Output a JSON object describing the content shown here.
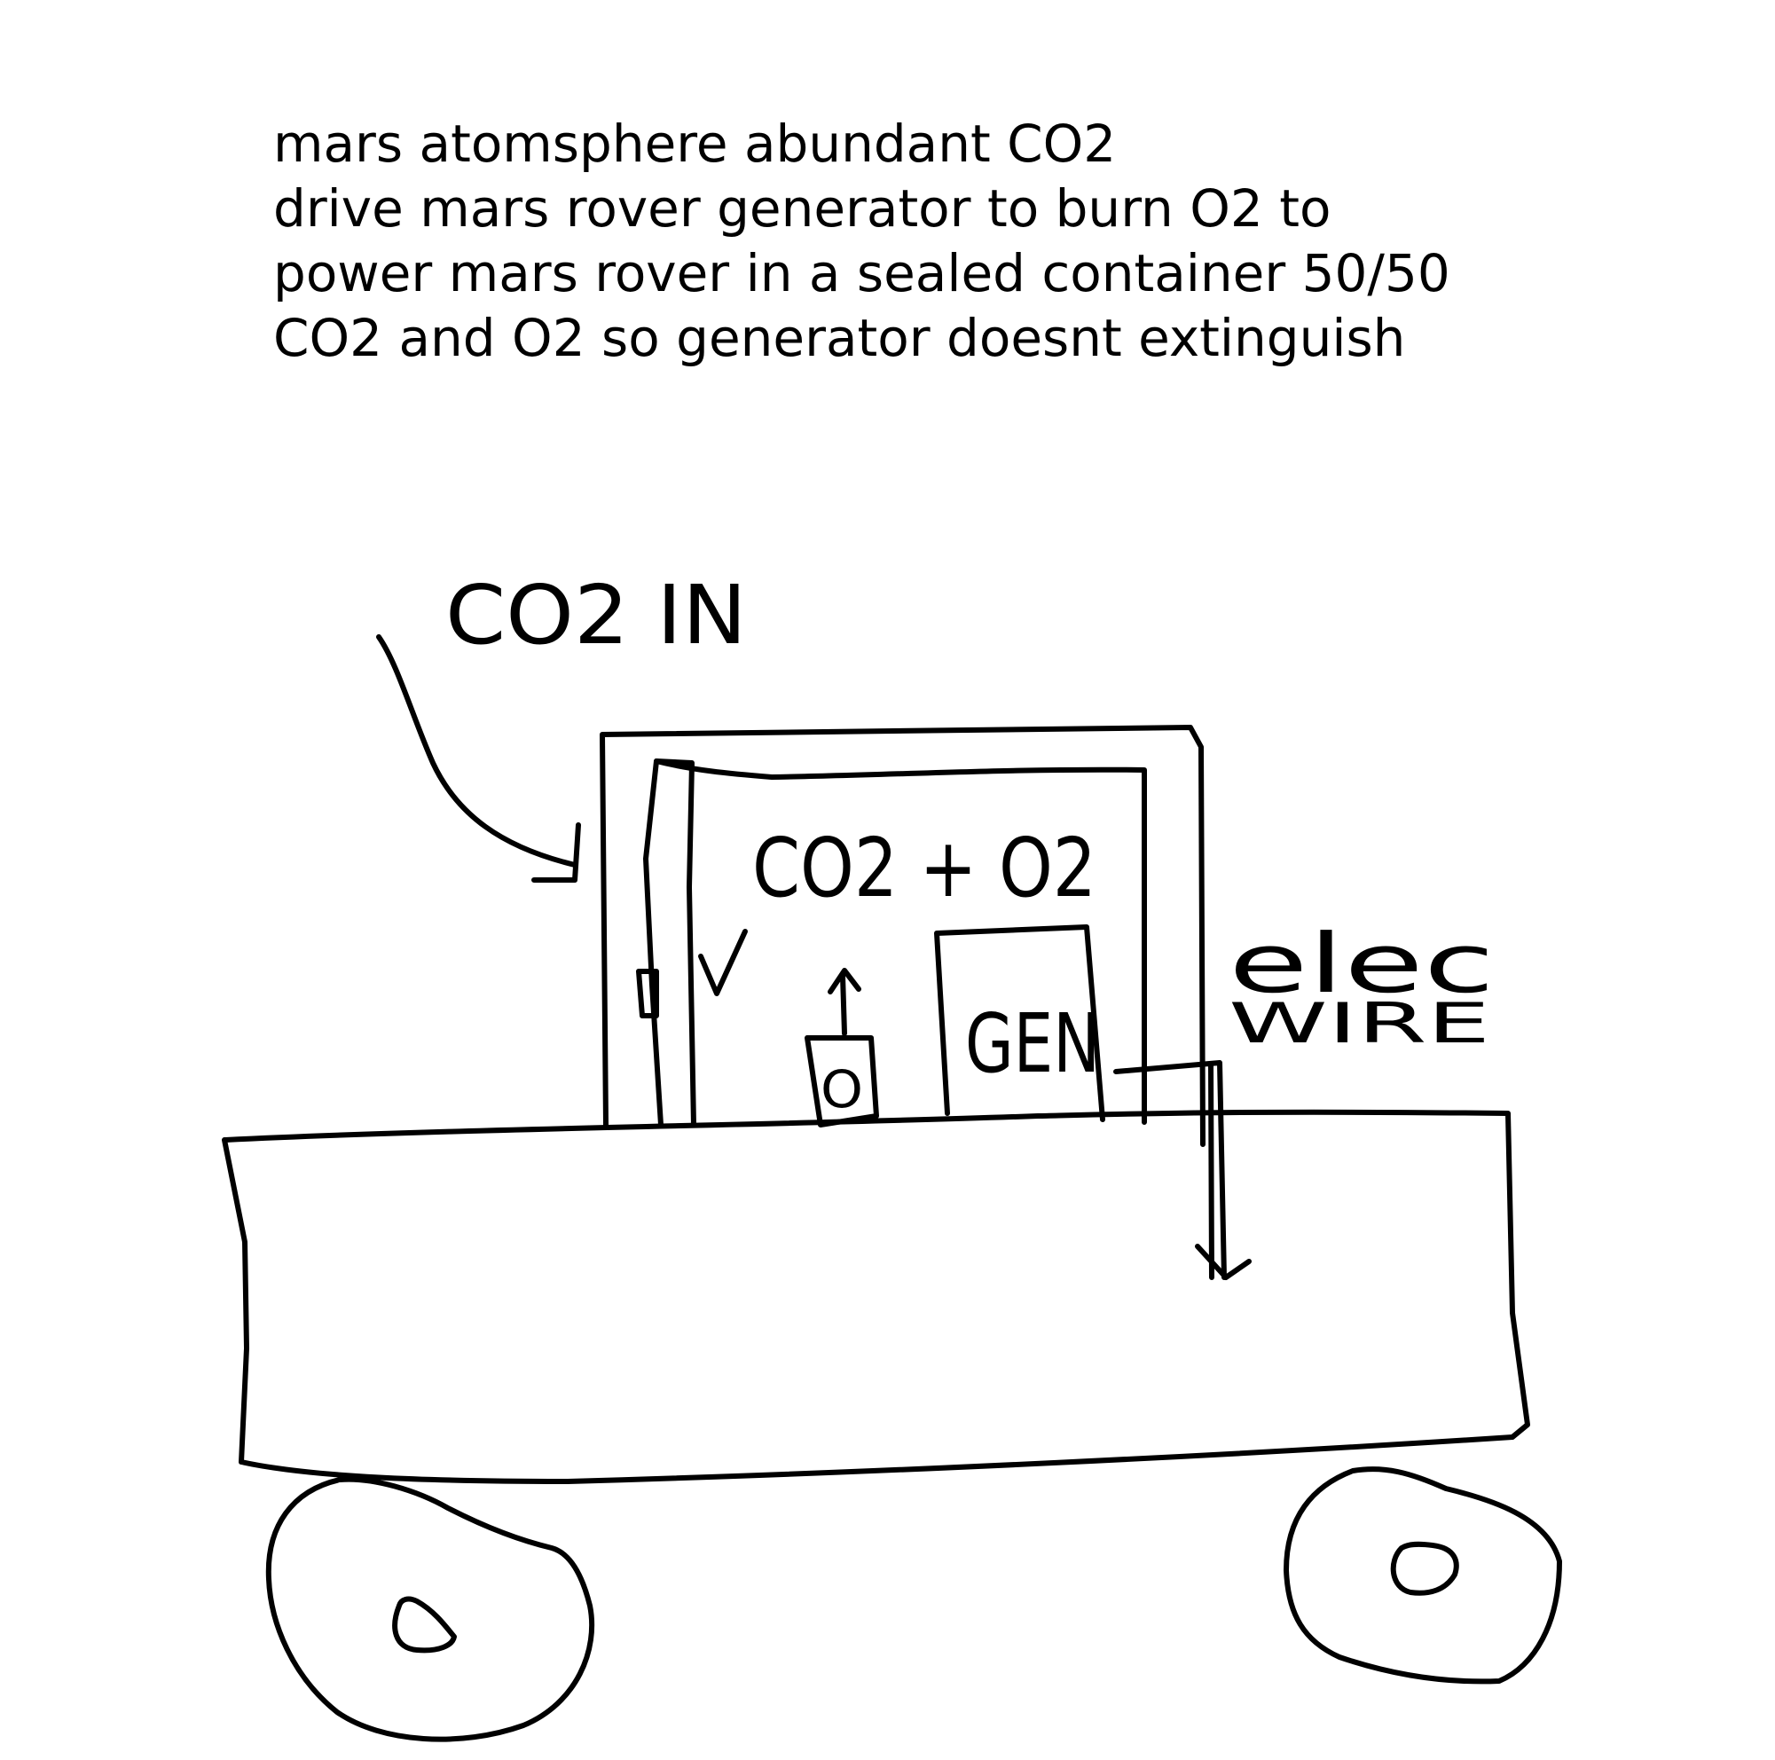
{
  "note": {
    "lines": [
      "mars atomsphere abundant CO2",
      "drive mars rover generator to burn O2 to",
      "power mars rover in a sealed container 50/50",
      "CO2 and O2 so generator doesnt extinguish"
    ]
  },
  "drawing": {
    "co2_in_label": "CO2 IN",
    "mixture_label": "CO2 + O2",
    "generator_label": "GEN",
    "oxygen_tank_label": "O",
    "electric_label": "elec",
    "wire_label": "WIRE"
  },
  "colors": {
    "ink": "#000000",
    "background": "#ffffff"
  }
}
